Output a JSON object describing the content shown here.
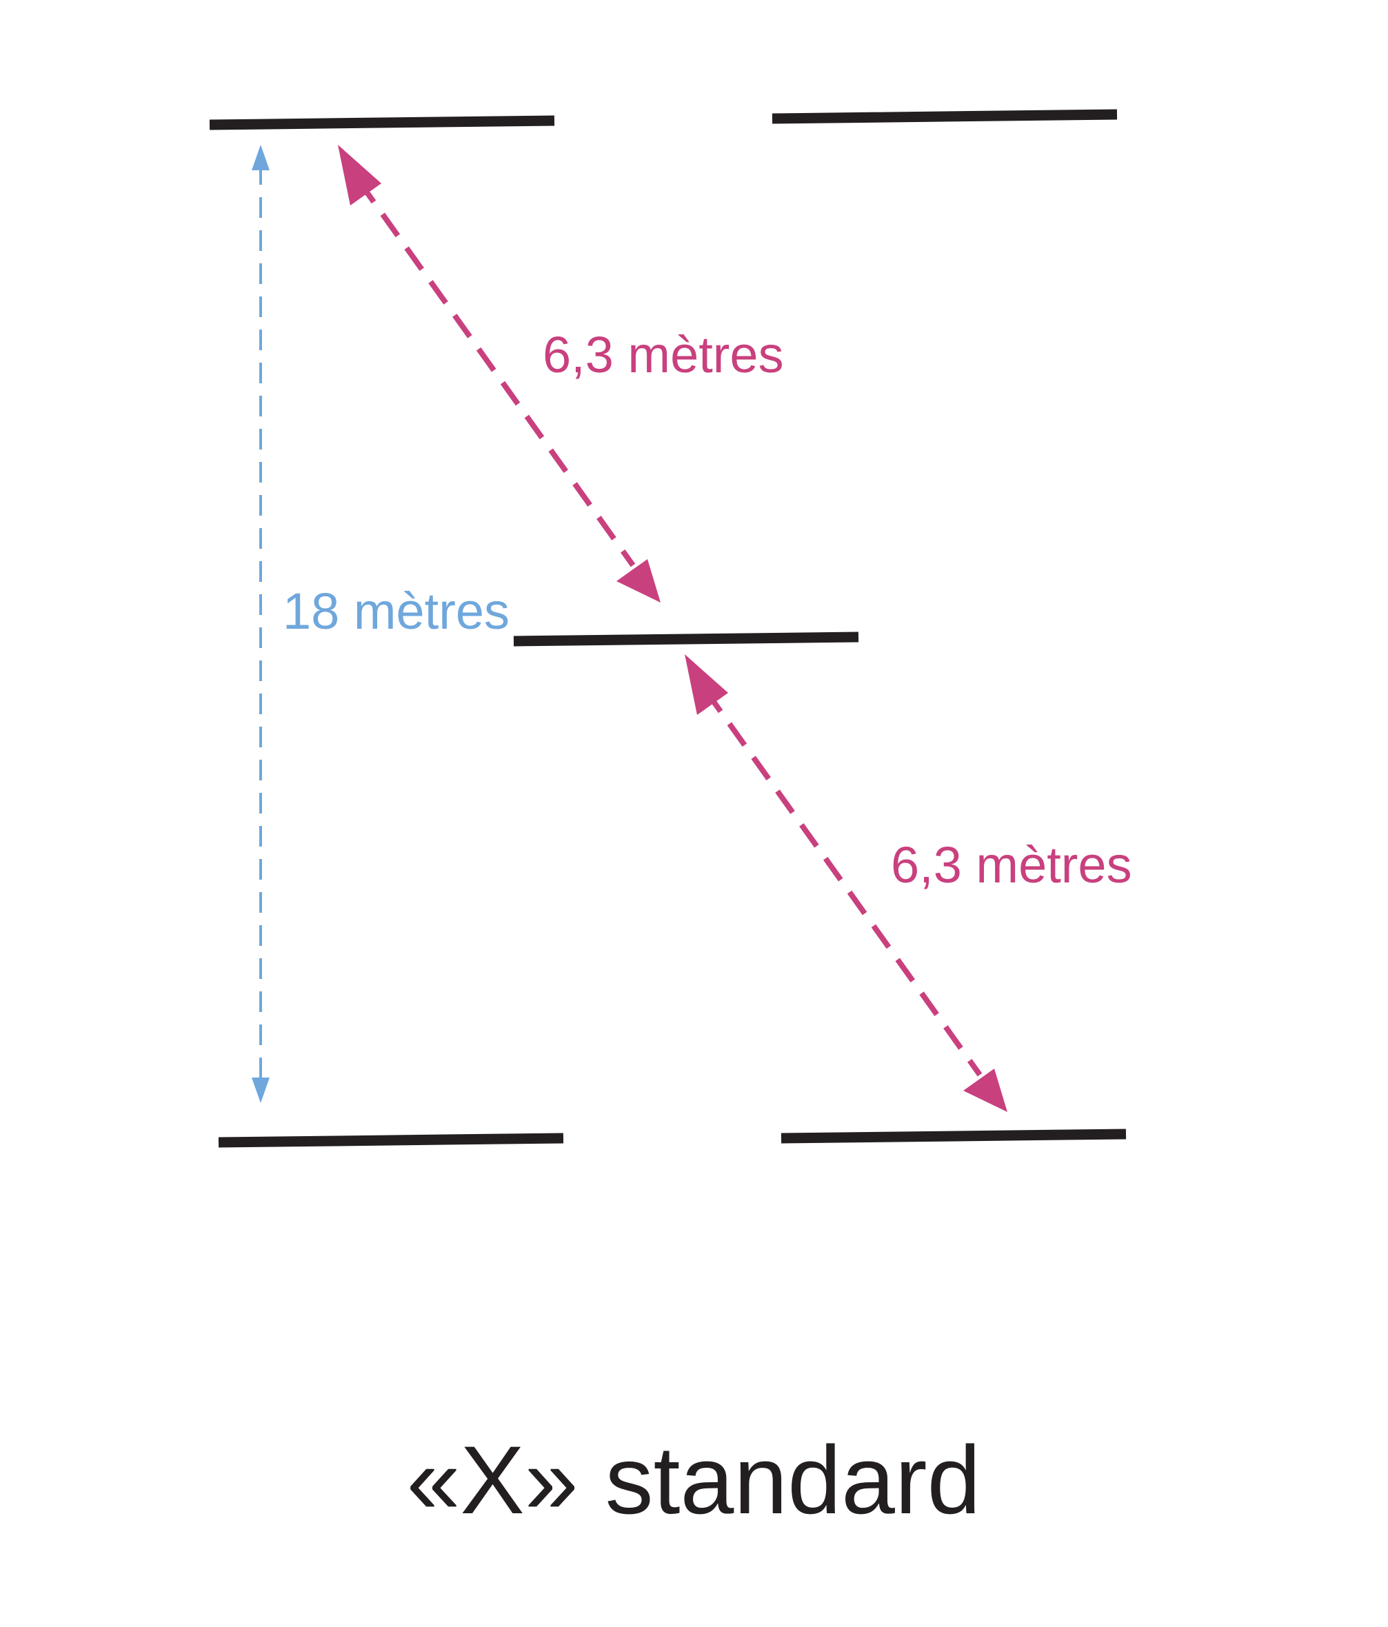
{
  "title": "«X» standard",
  "measurements": {
    "vertical": {
      "label": "18 mètres",
      "value": 18,
      "unit": "mètres"
    },
    "diagonal_upper": {
      "label": "6,3 mètres",
      "value": 6.3,
      "unit": "mètres"
    },
    "diagonal_lower": {
      "label": "6,3 mètres",
      "value": 6.3,
      "unit": "mètres"
    }
  },
  "colors": {
    "bar": "#231f20",
    "vertical_arrow": "#6fa7dc",
    "diagonal_arrow": "#c9407e",
    "caption": "#231f20"
  }
}
